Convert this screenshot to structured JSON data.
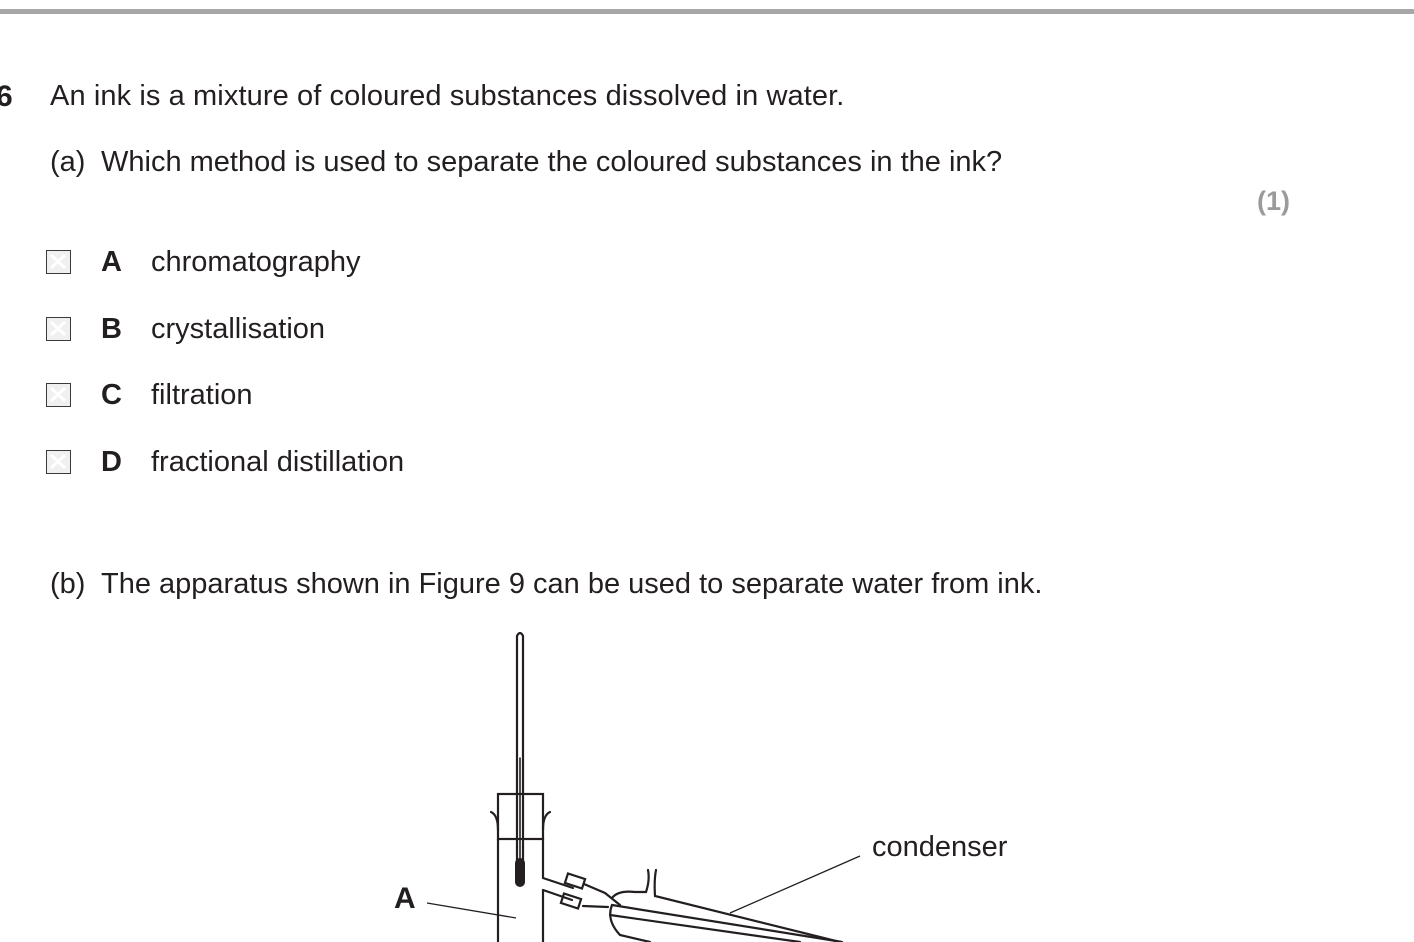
{
  "question": {
    "number": "6",
    "stem": "An ink is a mixture of coloured substances dissolved in water.",
    "parts": [
      {
        "label": "(a)",
        "text": "Which method is used to separate the coloured substances in the ink?",
        "marks": "(1)",
        "options": [
          {
            "letter": "A",
            "text": "chromatography",
            "checked": false,
            "icon": "checkbox-cross-icon"
          },
          {
            "letter": "B",
            "text": "crystallisation",
            "checked": false,
            "icon": "checkbox-cross-icon"
          },
          {
            "letter": "C",
            "text": "filtration",
            "checked": false,
            "icon": "checkbox-cross-icon"
          },
          {
            "letter": "D",
            "text": "fractional distillation",
            "checked": false,
            "icon": "checkbox-cross-icon"
          }
        ]
      },
      {
        "label": "(b)",
        "text": "The apparatus shown in Figure 9 can be used to separate water from ink."
      }
    ]
  },
  "figure": {
    "labels": {
      "a": "A",
      "condenser": "condenser"
    }
  },
  "colors": {
    "text": "#231f20",
    "rule": "#a7a7a7",
    "marks": "#9b9b9b",
    "checkbox_fill": "#f0f0f0"
  }
}
